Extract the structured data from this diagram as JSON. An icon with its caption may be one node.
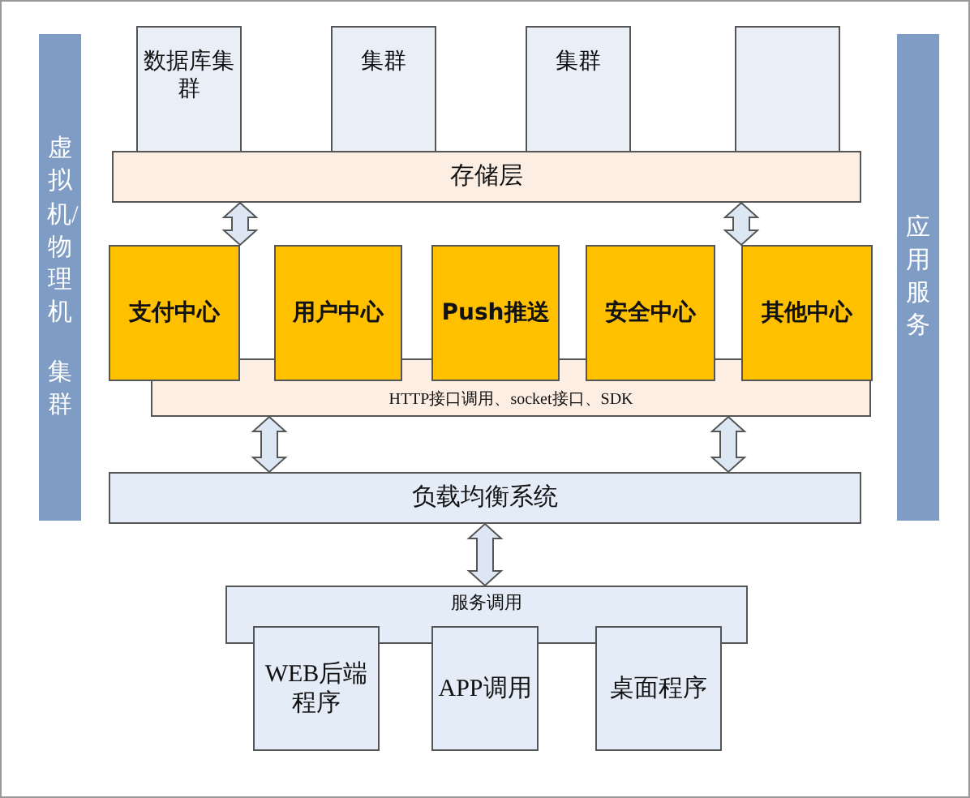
{
  "diagram": {
    "nodes": [
      {
        "text": [
          "虚拟机/物理机",
          "集群"
        ]
      },
      {
        "text": [
          "数据库集群"
        ]
      },
      {
        "text": [
          "集群"
        ]
      },
      {
        "text": [
          "集群"
        ]
      },
      {
        "text": [],
        "shape": "box"
      },
      {
        "text": [
          "存储层"
        ]
      },
      {
        "text": [
          "支付中心"
        ]
      },
      {
        "text": [
          "用户中心"
        ]
      },
      {
        "text": [
          "Push推送"
        ]
      },
      {
        "text": [
          "安全中心"
        ]
      },
      {
        "text": [
          "其他中心"
        ]
      },
      {
        "text": [
          "HTTP接口调用、socket接口、SDK"
        ]
      },
      {
        "text": [
          "负载均衡系统"
        ]
      },
      {
        "text": [
          "服务调用"
        ]
      },
      {
        "text": [
          "WEB后端程序"
        ]
      },
      {
        "text": [
          "APP调用"
        ]
      },
      {
        "text": [
          "桌面程序"
        ]
      },
      {
        "text": [
          "应用服务"
        ]
      }
    ],
    "edges": [
      {
        "from": 5,
        "to": 6,
        "arrow": "both"
      },
      {
        "from": 5,
        "to": 10,
        "arrow": "both"
      },
      {
        "from": 11,
        "to": 12,
        "arrow": "both"
      },
      {
        "from": 11,
        "to": 12,
        "arrow": "both"
      },
      {
        "from": 12,
        "to": 13,
        "arrow": "both"
      }
    ]
  }
}
